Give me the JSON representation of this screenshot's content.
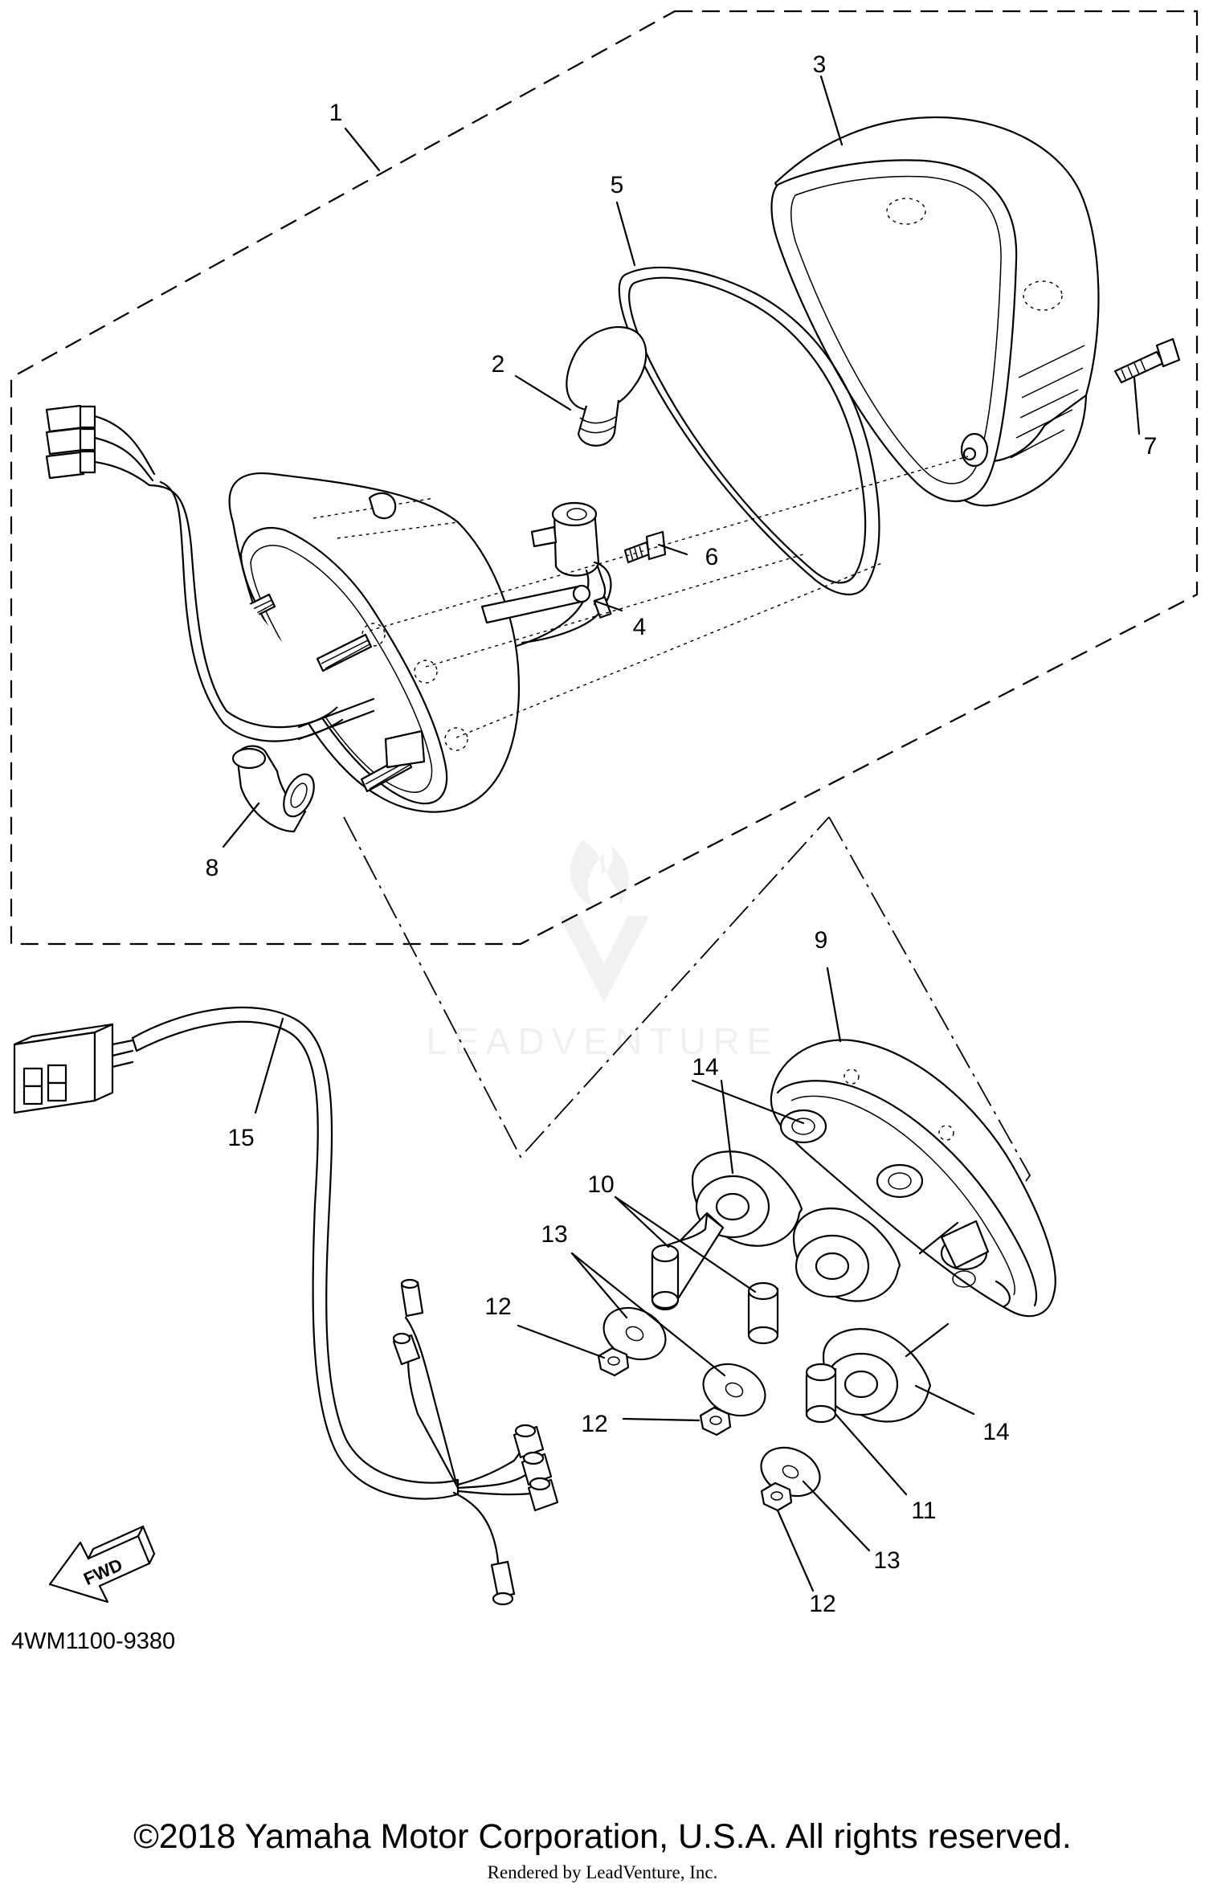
{
  "diagram": {
    "part_code": "4WM1100-9380",
    "fwd_label": "FWD",
    "copyright": "©2018 Yamaha Motor Corporation, U.S.A. All rights reserved.",
    "render_credit": "Rendered by LeadVenture, Inc.",
    "watermark": "LEADVENTURE",
    "callouts": [
      {
        "id": "c1",
        "text": "1"
      },
      {
        "id": "c2",
        "text": "2"
      },
      {
        "id": "c3",
        "text": "3"
      },
      {
        "id": "c4",
        "text": "4"
      },
      {
        "id": "c5",
        "text": "5"
      },
      {
        "id": "c6",
        "text": "6"
      },
      {
        "id": "c7",
        "text": "7"
      },
      {
        "id": "c8",
        "text": "8"
      },
      {
        "id": "c9",
        "text": "9"
      },
      {
        "id": "c10",
        "text": "10"
      },
      {
        "id": "c11",
        "text": "11"
      },
      {
        "id": "c12a",
        "text": "12"
      },
      {
        "id": "c12b",
        "text": "12"
      },
      {
        "id": "c12c",
        "text": "12"
      },
      {
        "id": "c13a",
        "text": "13"
      },
      {
        "id": "c13b",
        "text": "13"
      },
      {
        "id": "c14a",
        "text": "14"
      },
      {
        "id": "c14b",
        "text": "14"
      },
      {
        "id": "c15",
        "text": "15"
      }
    ]
  }
}
